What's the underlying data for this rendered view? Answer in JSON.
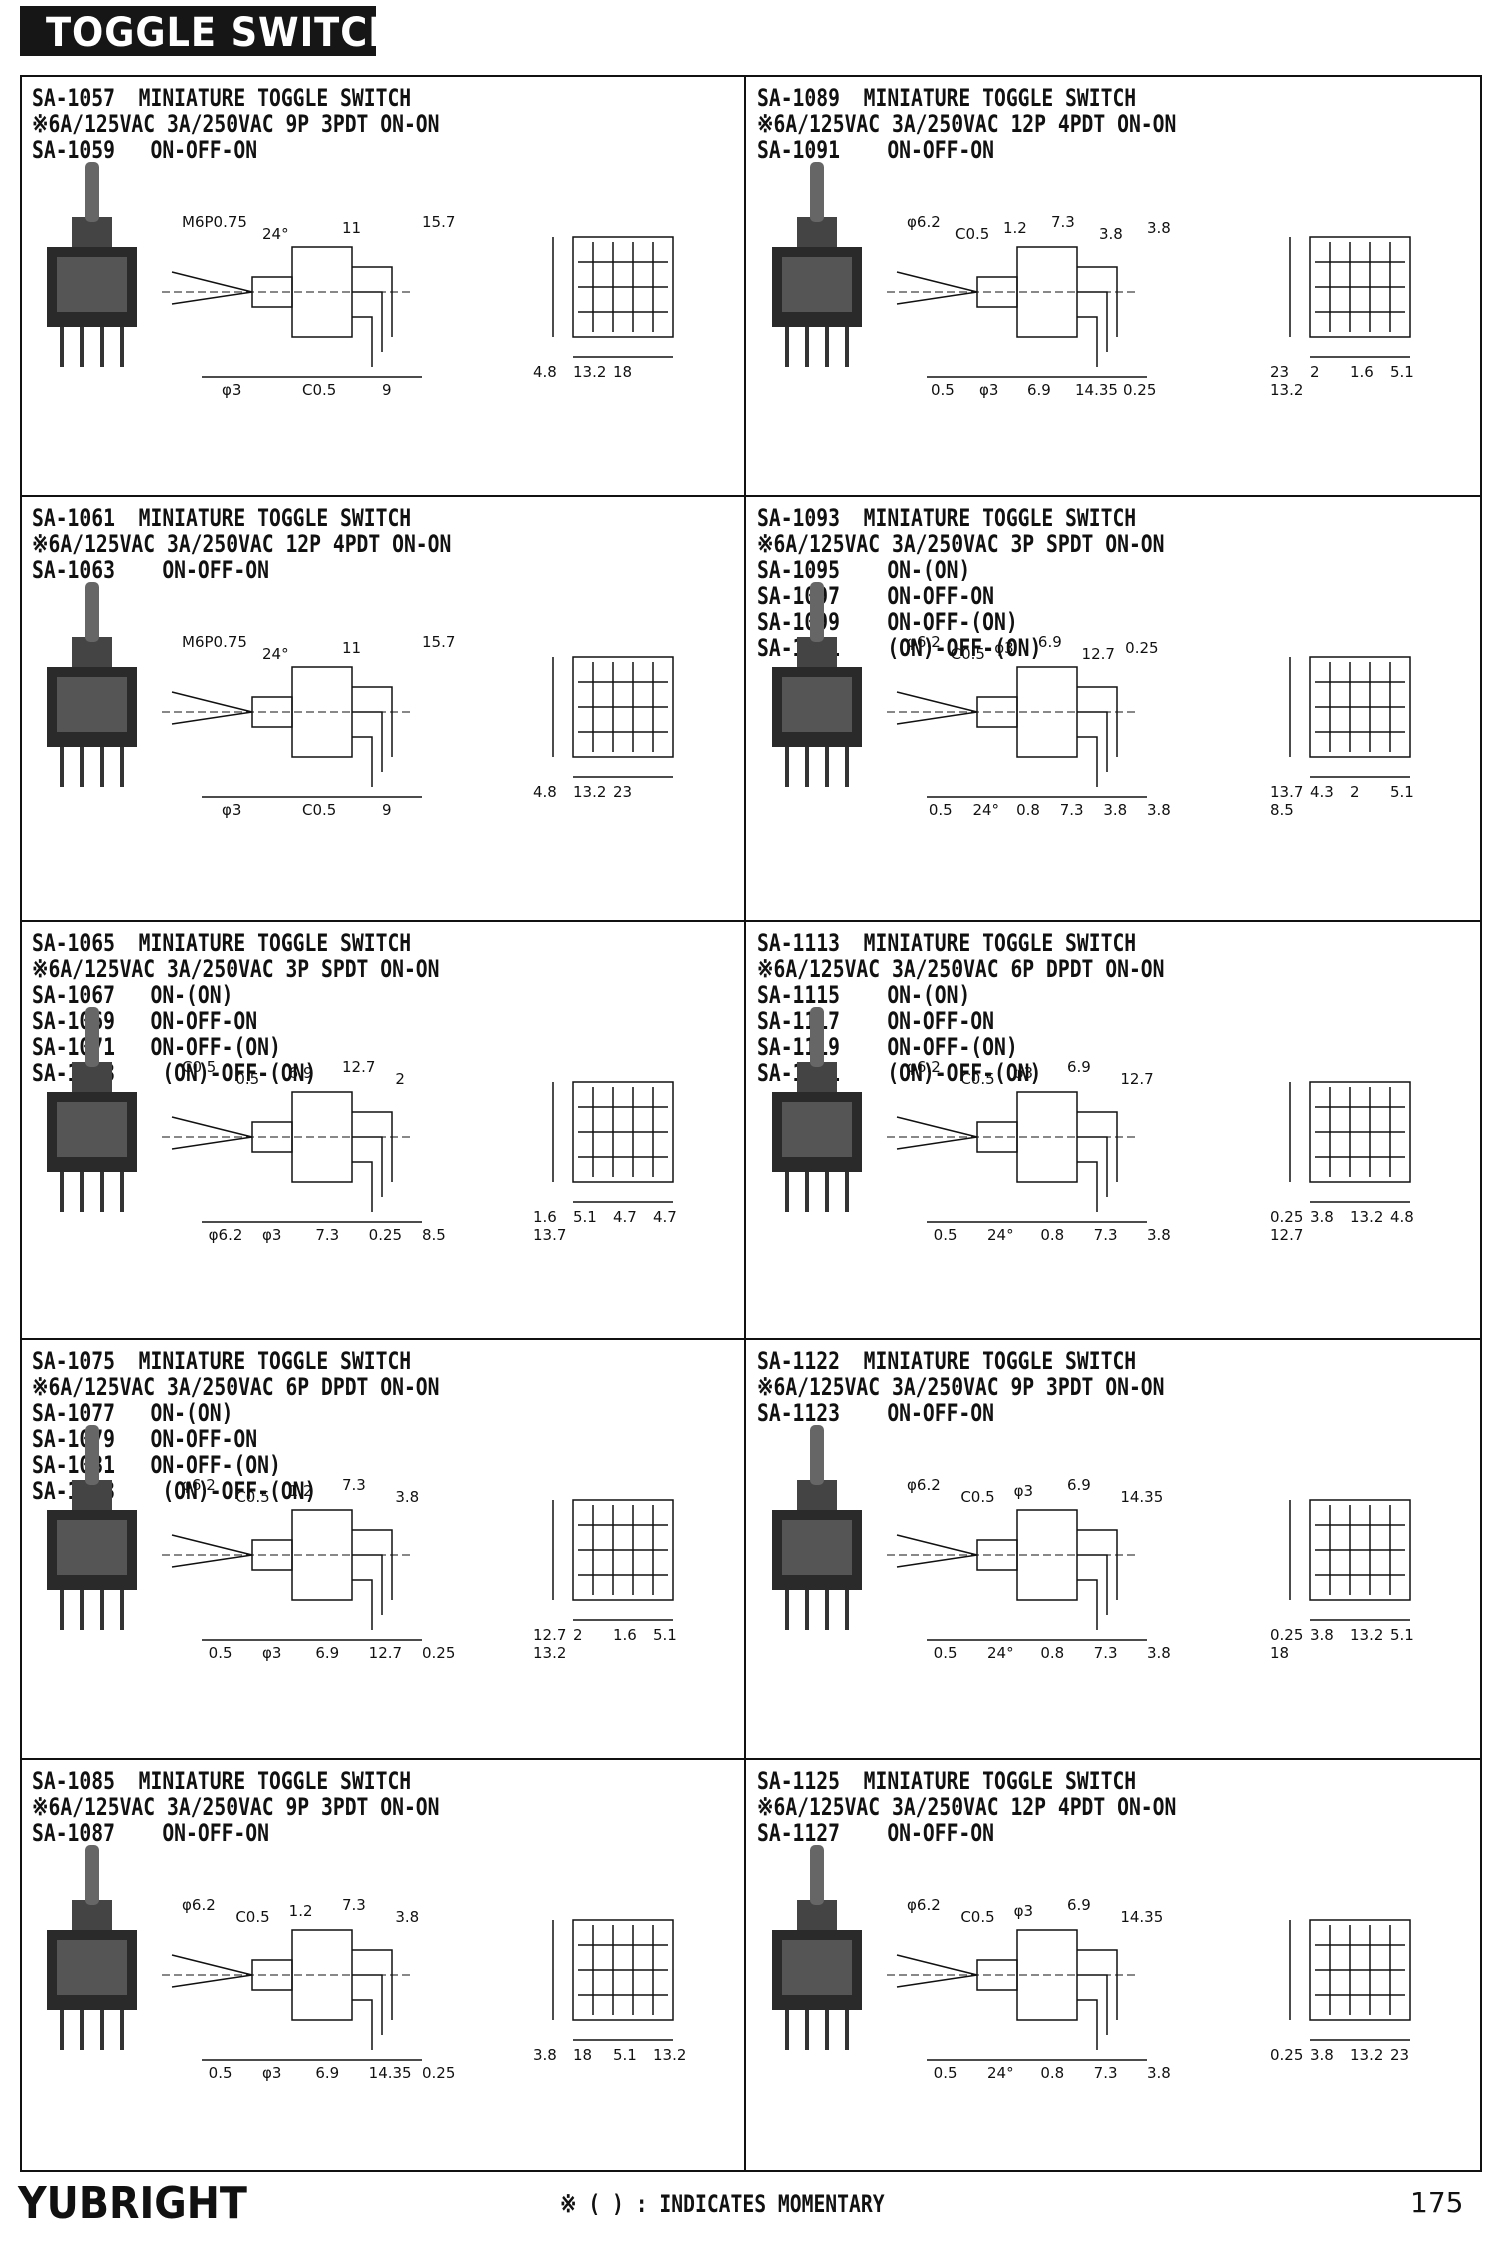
{
  "header": {
    "title": "TOGGLE SWITCH"
  },
  "panels": [
    {
      "lines": [
        "SA-1057  MINIATURE TOGGLE SWITCH",
        "※6A/125VAC 3A/250VAC 9P 3PDT ON-ON",
        "SA-1059   ON-OFF-ON"
      ],
      "dims": [
        "M6P0.75",
        "φ3",
        "24°",
        "C0.5",
        "11",
        "9",
        "15.7",
        "4.8",
        "13.2",
        "18"
      ]
    },
    {
      "lines": [
        "SA-1089  MINIATURE TOGGLE SWITCH",
        "※6A/125VAC 3A/250VAC 12P 4PDT ON-ON",
        "SA-1091    ON-OFF-ON"
      ],
      "dims": [
        "φ6.2",
        "0.5",
        "C0.5",
        "φ3",
        "1.2",
        "6.9",
        "7.3",
        "14.35",
        "3.8",
        "0.25",
        "3.8",
        "23",
        "2",
        "1.6",
        "5.1",
        "13.2"
      ]
    },
    {
      "lines": [
        "SA-1061  MINIATURE TOGGLE SWITCH",
        "※6A/125VAC 3A/250VAC 12P 4PDT ON-ON",
        "SA-1063    ON-OFF-ON"
      ],
      "dims": [
        "M6P0.75",
        "φ3",
        "24°",
        "C0.5",
        "11",
        "9",
        "15.7",
        "4.8",
        "13.2",
        "23"
      ]
    },
    {
      "lines": [
        "SA-1093  MINIATURE TOGGLE SWITCH",
        "※6A/125VAC 3A/250VAC 3P SPDT ON-ON",
        "SA-1095    ON-(ON)",
        "SA-1097    ON-OFF-ON",
        "SA-1099    ON-OFF-(ON)",
        "SA-1111    (ON)-OFF-(ON)"
      ],
      "dims": [
        "φ6.2",
        "0.5",
        "C0.5",
        "24°",
        "φ3",
        "0.8",
        "6.9",
        "7.3",
        "12.7",
        "3.8",
        "0.25",
        "3.8",
        "13.7",
        "4.3",
        "2",
        "5.1",
        "8.5"
      ]
    },
    {
      "lines": [
        "SA-1065  MINIATURE TOGGLE SWITCH",
        "※6A/125VAC 3A/250VAC 3P SPDT ON-ON",
        "SA-1067   ON-(ON)",
        "SA-1069   ON-OFF-ON",
        "SA-1071   ON-OFF-(ON)",
        "SA-1073    (ON)-OFF-(ON)"
      ],
      "dims": [
        "C0.5",
        "φ6.2",
        "0.5",
        "φ3",
        "6.9",
        "7.3",
        "12.7",
        "0.25",
        "2",
        "8.5",
        "1.6",
        "5.1",
        "4.7",
        "4.7",
        "13.7"
      ]
    },
    {
      "lines": [
        "SA-1113  MINIATURE TOGGLE SWITCH",
        "※6A/125VAC 3A/250VAC 6P DPDT ON-ON",
        "SA-1115    ON-(ON)",
        "SA-1117    ON-OFF-ON",
        "SA-1119    ON-OFF-(ON)",
        "SA-1121    (ON)-OFF-(ON)"
      ],
      "dims": [
        "φ6.2",
        "0.5",
        "C0.5",
        "24°",
        "φ3",
        "0.8",
        "6.9",
        "7.3",
        "12.7",
        "3.8",
        "0.25",
        "3.8",
        "13.2",
        "4.8",
        "12.7"
      ]
    },
    {
      "lines": [
        "SA-1075  MINIATURE TOGGLE SWITCH",
        "※6A/125VAC 3A/250VAC 6P DPDT ON-ON",
        "SA-1077   ON-(ON)",
        "SA-1079   ON-OFF-ON",
        "SA-1081   ON-OFF-(ON)",
        "SA-1083    (ON)-OFF-(ON)"
      ],
      "dims": [
        "φ6.2",
        "0.5",
        "C0.5",
        "φ3",
        "1.2",
        "6.9",
        "7.3",
        "12.7",
        "3.8",
        "0.25",
        "12.7",
        "2",
        "1.6",
        "5.1",
        "13.2"
      ]
    },
    {
      "lines": [
        "SA-1122  MINIATURE TOGGLE SWITCH",
        "※6A/125VAC 3A/250VAC 9P 3PDT ON-ON",
        "SA-1123    ON-OFF-ON"
      ],
      "dims": [
        "φ6.2",
        "0.5",
        "C0.5",
        "24°",
        "φ3",
        "0.8",
        "6.9",
        "7.3",
        "14.35",
        "3.8",
        "0.25",
        "3.8",
        "13.2",
        "5.1",
        "18"
      ]
    },
    {
      "lines": [
        "SA-1085  MINIATURE TOGGLE SWITCH",
        "※6A/125VAC 3A/250VAC 9P 3PDT ON-ON",
        "SA-1087    ON-OFF-ON"
      ],
      "dims": [
        "φ6.2",
        "0.5",
        "C0.5",
        "φ3",
        "1.2",
        "6.9",
        "7.3",
        "14.35",
        "3.8",
        "0.25",
        "3.8",
        "18",
        "5.1",
        "13.2"
      ]
    },
    {
      "lines": [
        "SA-1125  MINIATURE TOGGLE SWITCH",
        "※6A/125VAC 3A/250VAC 12P 4PDT ON-ON",
        "SA-1127    ON-OFF-ON"
      ],
      "dims": [
        "φ6.2",
        "0.5",
        "C0.5",
        "24°",
        "φ3",
        "0.8",
        "6.9",
        "7.3",
        "14.35",
        "3.8",
        "0.25",
        "3.8",
        "13.2",
        "23"
      ]
    }
  ],
  "footer": {
    "brand": "YUBRIGHT",
    "note": "※ ( ) : INDICATES MOMENTARY",
    "page": "175"
  }
}
